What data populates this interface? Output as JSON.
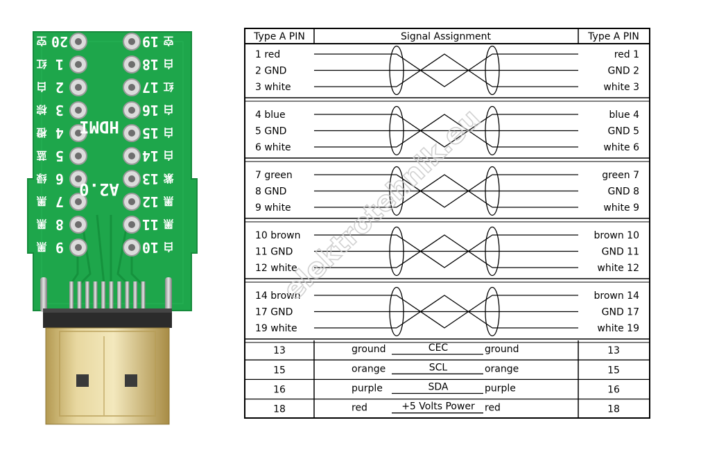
{
  "board": {
    "pcb_color": "#1aa84a",
    "left_pin_labels": [
      "20",
      "1",
      "2",
      "3",
      "4",
      "5",
      "6",
      "7",
      "8",
      "9"
    ],
    "right_pin_labels": [
      "19",
      "18",
      "17",
      "16",
      "15",
      "14",
      "13",
      "12",
      "11",
      "10"
    ],
    "left_chinese_labels": [
      "空",
      "红",
      "白",
      "棕",
      "橙",
      "蓝",
      "绿",
      "黑",
      "黑",
      "黑"
    ],
    "right_chinese_labels": [
      "空",
      "白",
      "红",
      "白",
      "白",
      "白",
      "紫",
      "黑",
      "黑",
      "白"
    ],
    "center_text": [
      "HDMI",
      "A2.0"
    ]
  },
  "table": {
    "headers": [
      "Type A PIN",
      "Signal Assignment",
      "Type A PIN"
    ],
    "groups": [
      {
        "left": [
          "1 red",
          "2 GND",
          "3 white"
        ],
        "right": [
          "red 1",
          "GND 2",
          "white 3"
        ]
      },
      {
        "left": [
          "4 blue",
          "5 GND",
          "6 white"
        ],
        "right": [
          "blue 4",
          "GND 5",
          "white 6"
        ]
      },
      {
        "left": [
          "7 green",
          "8 GND",
          "9 white"
        ],
        "right": [
          "green 7",
          "GND 8",
          "white 9"
        ]
      },
      {
        "left": [
          "10 brown",
          "11 GND",
          "12 white"
        ],
        "right": [
          "brown 10",
          "GND 11",
          "white 12"
        ]
      },
      {
        "left": [
          "14 brown",
          "17 GND",
          "19 white"
        ],
        "right": [
          "brown 14",
          "GND 17",
          "white 19"
        ]
      }
    ],
    "signals": [
      {
        "pin_left": "13",
        "color_left": "ground",
        "name": "CEC",
        "color_right": "ground",
        "pin_right": "13"
      },
      {
        "pin_left": "15",
        "color_left": "orange",
        "name": "SCL",
        "color_right": "orange",
        "pin_right": "15"
      },
      {
        "pin_left": "16",
        "color_left": "purple",
        "name": "SDA",
        "color_right": "purple",
        "pin_right": "16"
      },
      {
        "pin_left": "18",
        "color_left": "red",
        "name": "+5 Volts Power",
        "color_right": "red",
        "pin_right": "18"
      }
    ]
  },
  "watermark": "elektrotehnik.eu"
}
